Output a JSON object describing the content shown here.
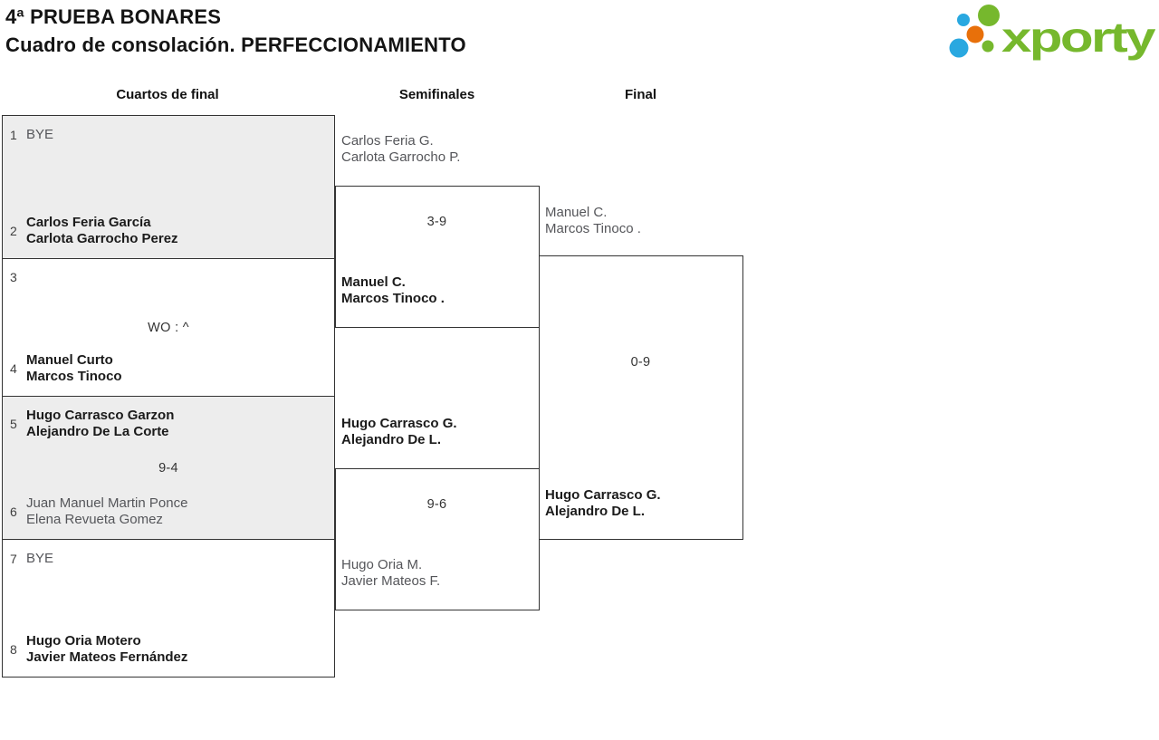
{
  "header": {
    "title_line1": "4ª PRUEBA BONARES",
    "title_line2": "Cuadro de consolación. PERFECCIONAMIENTO"
  },
  "logo": {
    "wordmark": "xporty",
    "colors": {
      "green": "#76b82d",
      "blue": "#29a8e0",
      "orange": "#e8700a"
    }
  },
  "round_headers": {
    "quarterfinals": "Cuartos de final",
    "semifinals": "Semifinales",
    "final": "Final"
  },
  "colors": {
    "box_fill": "#ededed",
    "box_border": "#333333",
    "winner_text": "#1b1b1b",
    "loser_text": "#55565a"
  },
  "bracket": {
    "quarterfinals": [
      {
        "score": "",
        "slots": [
          {
            "seed": "1",
            "line1": "BYE",
            "line2": "",
            "winner": false
          },
          {
            "seed": "2",
            "line1": "Carlos Feria García",
            "line2": "Carlota Garrocho Perez",
            "winner": true
          }
        ]
      },
      {
        "score": "WO : ^",
        "slots": [
          {
            "seed": "3",
            "line1": "",
            "line2": "",
            "winner": false
          },
          {
            "seed": "4",
            "line1": "Manuel Curto",
            "line2": "Marcos Tinoco",
            "winner": true
          }
        ]
      },
      {
        "score": "9-4",
        "slots": [
          {
            "seed": "5",
            "line1": "Hugo Carrasco Garzon",
            "line2": "Alejandro De La Corte",
            "winner": true
          },
          {
            "seed": "6",
            "line1": "Juan Manuel Martin Ponce",
            "line2": "Elena Revueta Gomez",
            "winner": false
          }
        ]
      },
      {
        "score": "",
        "slots": [
          {
            "seed": "7",
            "line1": "BYE",
            "line2": "",
            "winner": false
          },
          {
            "seed": "8",
            "line1": "Hugo Oria Motero",
            "line2": "Javier Mateos Fernández",
            "winner": true
          }
        ]
      }
    ],
    "semifinals": [
      {
        "score": "3-9",
        "top": {
          "line1": "Carlos Feria G.",
          "line2": "Carlota Garrocho P.",
          "winner": false
        },
        "bottom": {
          "line1": "Manuel C.",
          "line2": "Marcos Tinoco .",
          "winner": true
        }
      },
      {
        "score": "9-6",
        "top": {
          "line1": "Hugo Carrasco G.",
          "line2": "Alejandro De L.",
          "winner": true
        },
        "bottom": {
          "line1": "Hugo Oria M.",
          "line2": "Javier Mateos F.",
          "winner": false
        }
      }
    ],
    "final": {
      "score": "0-9",
      "top": {
        "line1": "Manuel C.",
        "line2": "Marcos Tinoco .",
        "winner": false
      },
      "bottom": {
        "line1": "Hugo Carrasco G.",
        "line2": "Alejandro De L.",
        "winner": true
      }
    }
  }
}
